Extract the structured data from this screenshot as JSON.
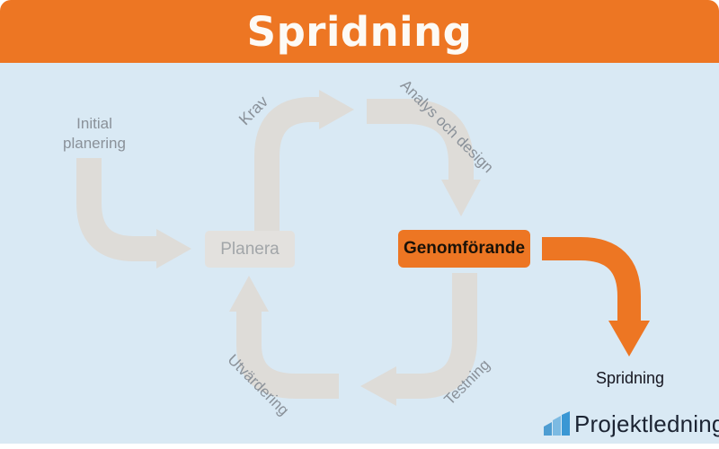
{
  "header": {
    "title": "Spridning"
  },
  "diagram": {
    "labels": {
      "initial_line1": "Initial",
      "initial_line2": "planering",
      "krav": "Krav",
      "analys": "Analys och design",
      "testning": "Testning",
      "utvardering": "Utvärdering",
      "spridning": "Spridning"
    },
    "boxes": {
      "planera": "Planera",
      "genomforande": "Genomförande"
    },
    "colors": {
      "header_orange": "#ED7623",
      "background_blue": "#D9E9F4",
      "arrow_gray": "#DEDCD8",
      "box_gray": "#E3E1DE",
      "label_gray": "#8A9199",
      "dark_text": "#15151F",
      "logo_navy": "#1C2433",
      "logo_bar_colors": [
        "#4E9DD2",
        "#7CBAE2",
        "#3A97D4"
      ]
    }
  },
  "footer": {
    "logo_text": "Projektledning"
  }
}
